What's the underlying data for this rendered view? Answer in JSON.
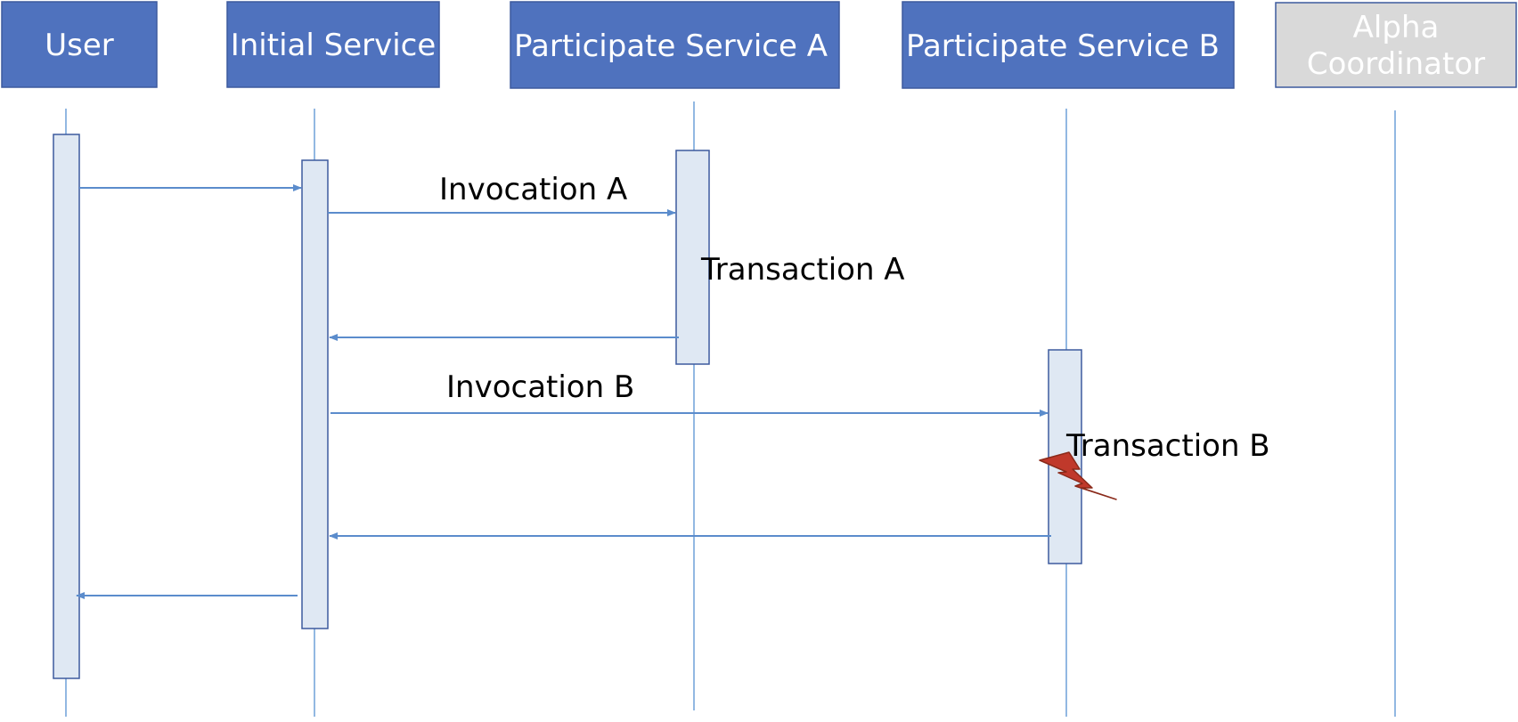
{
  "colors": {
    "header_fill": "#4f72be",
    "header_border": "#3d5a9e",
    "inactive_header_fill": "#d9d9d9",
    "inactive_header_border": "#3d5a9e",
    "inactive_header_text": "#ffffff",
    "header_text": "#ffffff",
    "lifeline": "#6fa0d8",
    "activation_fill": "#dfe8f3",
    "activation_border": "#3d5a9e",
    "message": "#5b8ccc",
    "error_fill": "#c0392b",
    "error_border": "#8a2a1a"
  },
  "participants": [
    {
      "name": "User"
    },
    {
      "name": "Initial Service"
    },
    {
      "name": "Participate Service A"
    },
    {
      "name": "Participate Service B"
    },
    {
      "name": "Alpha Coordinator",
      "lines": [
        "Alpha",
        "Coordinator"
      ],
      "inactive": true
    }
  ],
  "messages": [
    {
      "from": "User",
      "to": "Initial Service",
      "label": ""
    },
    {
      "from": "Initial Service",
      "to": "Participate Service A",
      "label": "Invocation A"
    },
    {
      "from": "Participate Service A",
      "to": "Initial Service",
      "label": ""
    },
    {
      "from": "Initial Service",
      "to": "Participate Service B",
      "label": "Invocation B"
    },
    {
      "from": "Participate Service B",
      "to": "Initial Service",
      "label": ""
    },
    {
      "from": "Initial Service",
      "to": "User",
      "label": ""
    }
  ],
  "notes": [
    {
      "label": "Transaction A"
    },
    {
      "label": "Transaction B",
      "failed": true,
      "icon": "lightning-error-icon"
    }
  ]
}
